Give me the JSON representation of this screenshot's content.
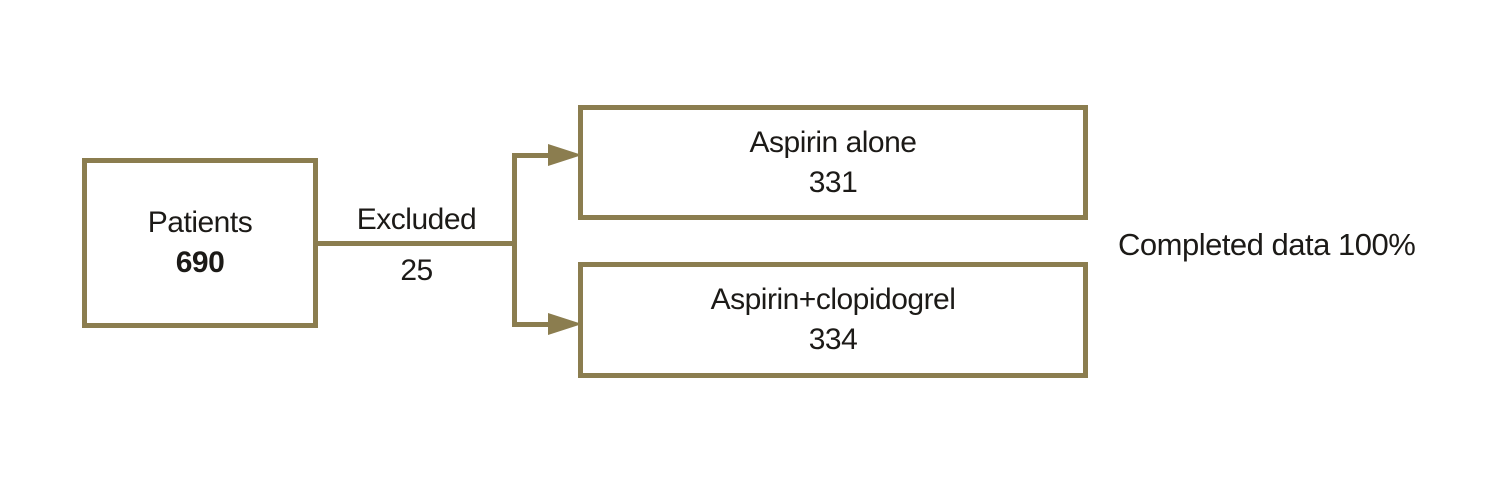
{
  "palette": {
    "accent": "#8b7d4f",
    "text": "#1c1a17",
    "background": "#ffffff"
  },
  "diagram": {
    "type": "flowchart",
    "nodes": {
      "patients": {
        "label": "Patients",
        "value": "690"
      },
      "aspirin_alone": {
        "label": "Aspirin alone",
        "value": "331"
      },
      "aspirin_clopidogrel": {
        "label": "Aspirin+clopidogrel",
        "value": "334"
      }
    },
    "edge": {
      "label": "Excluded",
      "value": "25"
    },
    "annotation": "Completed data 100%",
    "flow": [
      {
        "from": "patients",
        "to": "aspirin_alone"
      },
      {
        "from": "patients",
        "to": "aspirin_clopidogrel"
      }
    ]
  }
}
